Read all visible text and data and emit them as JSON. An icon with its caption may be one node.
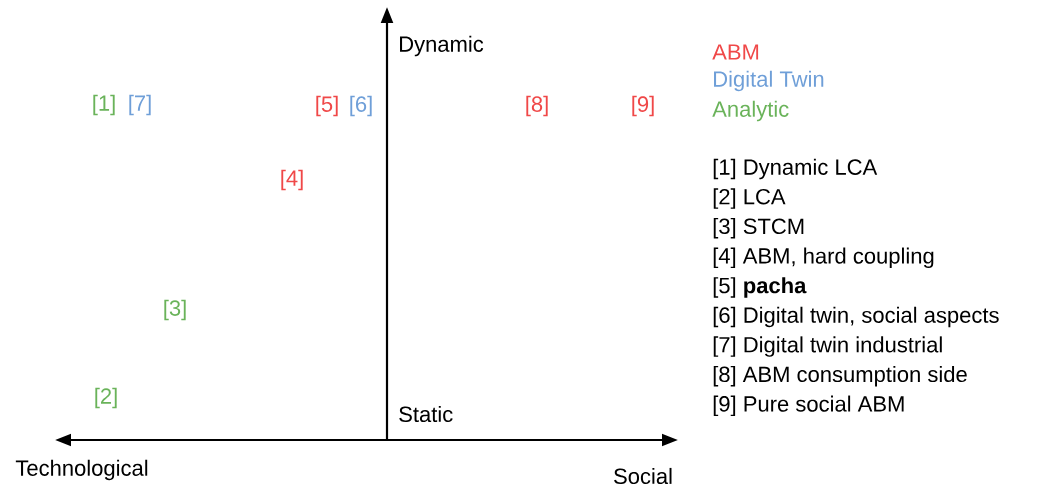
{
  "diagram": {
    "labels": [
      "Dynamic",
      "[1]",
      "[7]",
      "[5]",
      "[6]",
      "[8]",
      "[9]",
      "[4]",
      "[3]",
      "[2]",
      "Static",
      "Technological",
      "Social",
      "[1] Dynamic LCA",
      "[2] LCA",
      "[3] STCM",
      "[4] ABM, hard coupling",
      "[5] **pacha**",
      "[6] Digital twin, social aspects",
      "[7] Digital twin industrial",
      "[8] ABM consumption side",
      "[9] Pure social ABM"
    ],
    "legend": [
      {
        "text": "ABM",
        "color": "#f04848"
      },
      {
        "text": "Digital Twin",
        "color": "#6f9fd8"
      },
      {
        "text": "Analytic",
        "color": "#6ab35a"
      }
    ]
  }
}
